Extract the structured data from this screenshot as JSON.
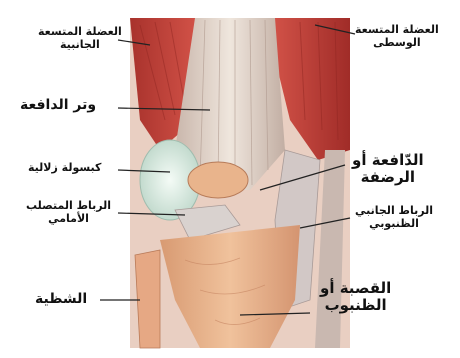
{
  "figure": {
    "labels": {
      "top_left_line1": "العضلة المتسعة",
      "top_left_line2": "الجانبية",
      "top_right_line1": "العضلة المتسعة",
      "top_right_line2": "الوسطى",
      "quadriceps_tendon": "وتر الدافعة",
      "synovial_capsule": "كبسولة زلالية",
      "patella_line1": "الدّافعة أو",
      "patella_line2": "الرضفة",
      "acl_line1": "الرباط المتصلب",
      "acl_line2": "الأمامي",
      "mcl_line1": "الرباط الجانبي",
      "mcl_line2": "الظنبوبي",
      "fibula": "الشظية",
      "tibia_line1": "القصبة أو",
      "tibia_line2": "الظنبوب"
    },
    "colors": {
      "muscle": "#c8443c",
      "tendon": "#e6d8cc",
      "bone": "#e8b48a",
      "capsule": "#d8eae0",
      "ligament": "#cfc6c4"
    }
  }
}
